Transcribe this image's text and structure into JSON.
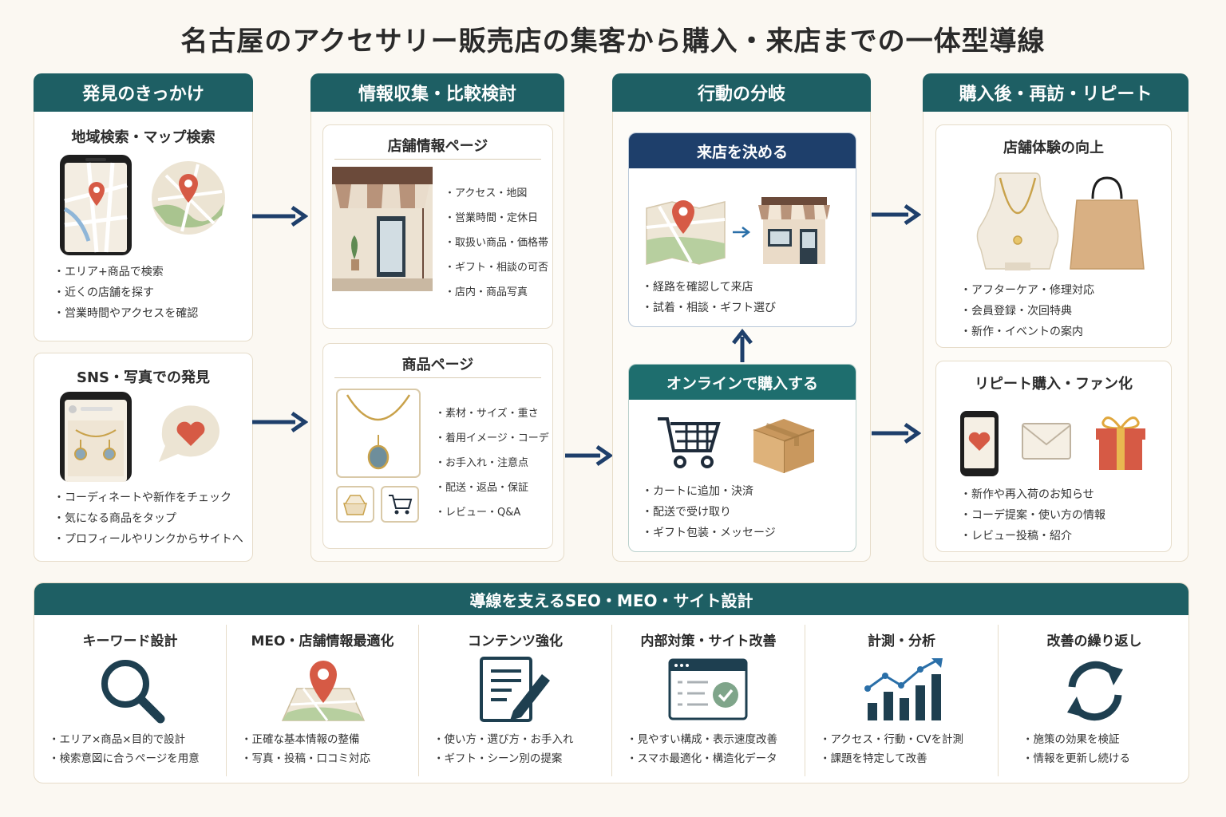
{
  "title": "名古屋のアクセサリー販売店の集客から購入・来店までの一体型導線",
  "columns": [
    {
      "heading": "発見のきっかけ",
      "cards": [
        {
          "title": "地域検索・マップ検索",
          "bullets": [
            "エリア+商品で検索",
            "近くの店舗を探す",
            "営業時間やアクセスを確認"
          ]
        },
        {
          "title": "SNS・写真での発見",
          "bullets": [
            "コーディネートや新作をチェック",
            "気になる商品をタップ",
            "プロフィールやリンクからサイトへ"
          ]
        }
      ]
    },
    {
      "heading": "情報収集・比較検討",
      "cards": [
        {
          "title": "店舗情報ページ",
          "bullets": [
            "アクセス・地図",
            "営業時間・定休日",
            "取扱い商品・価格帯",
            "ギフト・相談の可否",
            "店内・商品写真"
          ]
        },
        {
          "title": "商品ページ",
          "bullets": [
            "素材・サイズ・重さ",
            "着用イメージ・コーデ",
            "お手入れ・注意点",
            "配送・返品・保証",
            "レビュー・Q&A"
          ]
        }
      ]
    },
    {
      "heading": "行動の分岐",
      "cards": [
        {
          "title": "来店を決める",
          "bullets": [
            "経路を確認して来店",
            "試着・相談・ギフト選び"
          ]
        },
        {
          "title": "オンラインで購入する",
          "bullets": [
            "カートに追加・決済",
            "配送で受け取り",
            "ギフト包装・メッセージ"
          ]
        }
      ]
    },
    {
      "heading": "購入後・再訪・リピート",
      "cards": [
        {
          "title": "店舗体験の向上",
          "bullets": [
            "アフターケア・修理対応",
            "会員登録・次回特典",
            "新作・イベントの案内"
          ]
        },
        {
          "title": "リピート購入・ファン化",
          "bullets": [
            "新作や再入荷のお知らせ",
            "コーデ提案・使い方の情報",
            "レビュー投稿・紹介"
          ]
        }
      ]
    }
  ],
  "bottom": {
    "heading": "導線を支えるSEO・MEO・サイト設計",
    "items": [
      {
        "title": "キーワード設計",
        "icon": "magnifier-icon",
        "bullets": [
          "エリア×商品×目的で設計",
          "検索意図に合うページを用意"
        ]
      },
      {
        "title": "MEO・店舗情報最適化",
        "icon": "map-pin-icon",
        "bullets": [
          "正確な基本情報の整備",
          "写真・投稿・口コミ対応"
        ]
      },
      {
        "title": "コンテンツ強化",
        "icon": "document-pen-icon",
        "bullets": [
          "使い方・選び方・お手入れ",
          "ギフト・シーン別の提案"
        ]
      },
      {
        "title": "内部対策・サイト改善",
        "icon": "browser-check-icon",
        "bullets": [
          "見やすい構成・表示速度改善",
          "スマホ最適化・構造化データ"
        ]
      },
      {
        "title": "計測・分析",
        "icon": "bar-chart-icon",
        "bullets": [
          "アクセス・行動・CVを計測",
          "課題を特定して改善"
        ]
      },
      {
        "title": "改善の繰り返し",
        "icon": "refresh-cycle-icon",
        "bullets": [
          "施策の効果を検証",
          "情報を更新し続ける"
        ]
      }
    ]
  },
  "colors": {
    "teal": "#1e5f64",
    "navy": "#1e3f6b",
    "red": "#d65a45",
    "arrow": "#1e3f6b",
    "beige": "#fbf8f2"
  }
}
